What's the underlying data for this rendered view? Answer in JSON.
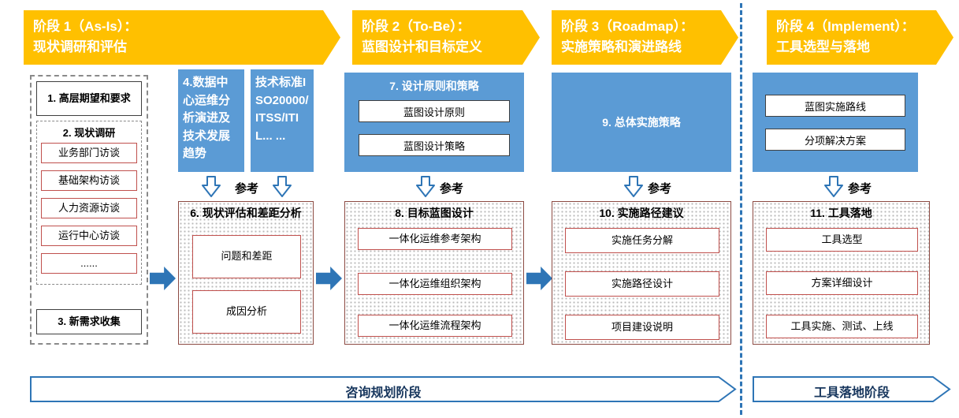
{
  "banners": [
    {
      "label": "阶段 1（As-Is）：\n现状调研和评估"
    },
    {
      "label": "阶段 2（To-Be）：\n蓝图设计和目标定义"
    },
    {
      "label": "阶段 3（Roadmap）：\n实施策略和演进路线"
    },
    {
      "label": "阶段 4（Implement）：\n工具选型与落地"
    }
  ],
  "col1": {
    "expectations": "1. 高层期望和要求",
    "survey_title": "2. 现状调研",
    "survey_items": [
      "业务部门访谈",
      "基础架构访谈",
      "人力资源访谈",
      "运行中心访谈",
      "......"
    ],
    "new_requirements": "3. 新需求收集"
  },
  "col2": {
    "ref_left": "4.数据中心运维分析演进及技术发展趋势",
    "ref_right": "技术标准ISO20000/ITSS/ITIL... ...",
    "ref_label": "参考",
    "title": "6. 现状评估和差距分析",
    "items": [
      "问题和差距",
      "成因分析"
    ]
  },
  "col3": {
    "ref_title": "7. 设计原则和策略",
    "ref_items": [
      "蓝图设计原则",
      "蓝图设计策略"
    ],
    "ref_label": "参考",
    "title": "8. 目标蓝图设计",
    "items": [
      "一体化运维参考架构",
      "一体化运维组织架构",
      "一体化运维流程架构"
    ]
  },
  "col4": {
    "ref_title": "9. 总体实施策略",
    "ref_label": "参考",
    "title": "10. 实施路径建议",
    "items": [
      "实施任务分解",
      "实施路径设计",
      "项目建设说明"
    ]
  },
  "col5": {
    "ref_items": [
      "蓝图实施路线",
      "分项解决方案"
    ],
    "ref_label": "参考",
    "title": "11. 工具落地",
    "items": [
      "工具选型",
      "方案详细设计",
      "工具实施、测试、上线"
    ]
  },
  "footer": {
    "consulting": "咨询规划阶段",
    "implementation": "工具落地阶段"
  },
  "colors": {
    "banner_orange": "#FFC000",
    "box_blue": "#5B9BD5",
    "arrow_blue": "#2E75B6",
    "item_border_red": "#C0504D"
  }
}
